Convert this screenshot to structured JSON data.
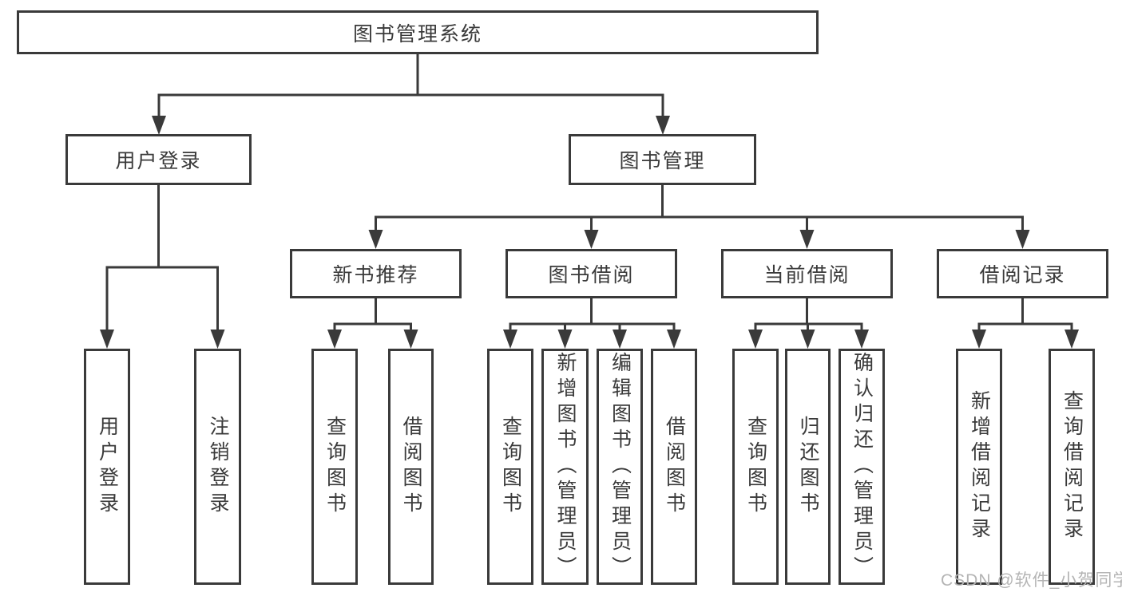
{
  "diagram": {
    "title": "图书管理系统",
    "root": {
      "label": "图书管理系统"
    },
    "level2": [
      {
        "label": "用户登录",
        "parent": "图书管理系统"
      },
      {
        "label": "图书管理",
        "parent": "图书管理系统"
      }
    ],
    "level3": [
      {
        "label": "新书推荐",
        "parent": "图书管理"
      },
      {
        "label": "图书借阅",
        "parent": "图书管理"
      },
      {
        "label": "当前借阅",
        "parent": "图书管理"
      },
      {
        "label": "借阅记录",
        "parent": "图书管理"
      }
    ],
    "leaves": [
      {
        "label": "用户登录",
        "parent": "用户登录"
      },
      {
        "label": "注销登录",
        "parent": "用户登录"
      },
      {
        "label": "查询图书",
        "parent": "新书推荐"
      },
      {
        "label": "借阅图书",
        "parent": "新书推荐"
      },
      {
        "label": "查询图书",
        "parent": "图书借阅"
      },
      {
        "label": "新增图书（管理员）",
        "parent": "图书借阅"
      },
      {
        "label": "编辑图书（管理员）",
        "parent": "图书借阅"
      },
      {
        "label": "借阅图书",
        "parent": "图书借阅"
      },
      {
        "label": "查询图书",
        "parent": "当前借阅"
      },
      {
        "label": "归还图书",
        "parent": "当前借阅"
      },
      {
        "label": "确认归还（管理员）",
        "parent": "当前借阅"
      },
      {
        "label": "新增借阅记录",
        "parent": "借阅记录"
      },
      {
        "label": "查询借阅记录",
        "parent": "借阅记录"
      }
    ]
  },
  "watermark": {
    "text": "CSDN @软件_小贺同学"
  },
  "colors": {
    "line": "#3a3a3a",
    "text": "#3a3a3a",
    "box_background": "#ffffff",
    "page_background": "#ffffff",
    "watermark": "#b4b4b4"
  }
}
